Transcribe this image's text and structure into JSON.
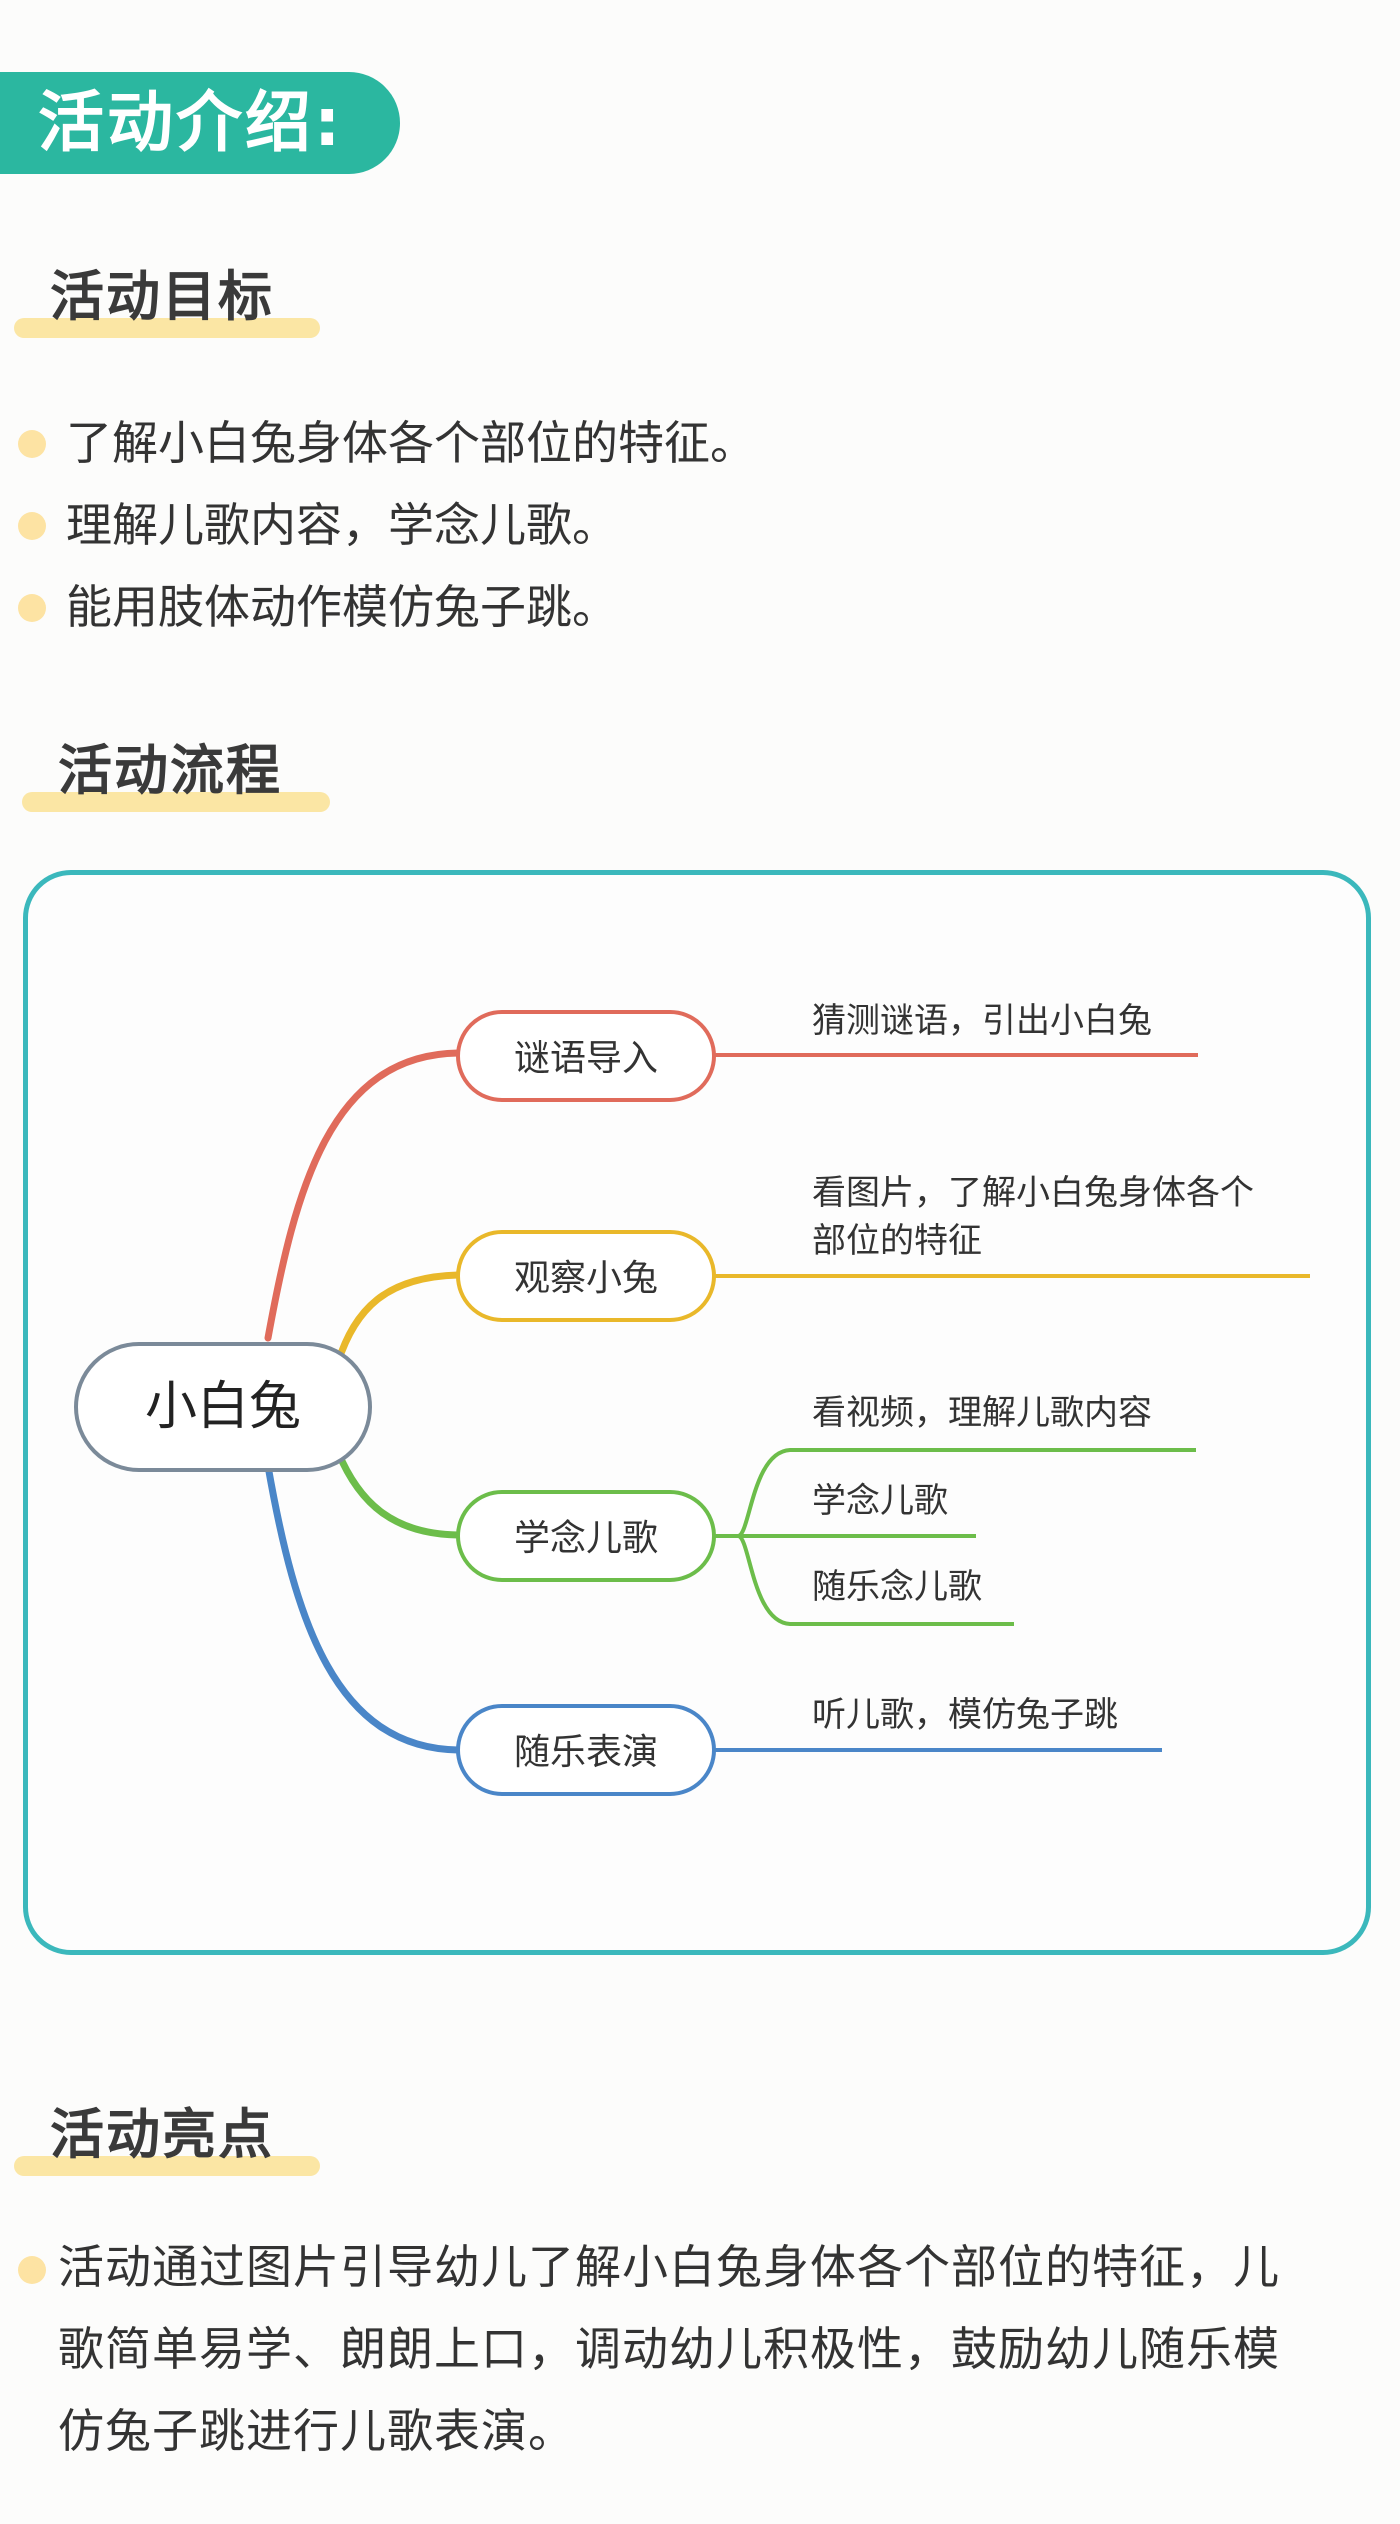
{
  "header": {
    "title": "活动介绍:"
  },
  "goals": {
    "title": "活动目标",
    "items": [
      "了解小白兔身体各个部位的特征。",
      "理解儿歌内容，学念儿歌。",
      "能用肢体动作模仿兔子跳。"
    ]
  },
  "flow": {
    "title": "活动流程"
  },
  "mindmap": {
    "root": "小白兔",
    "branches": [
      {
        "label": "谜语导入",
        "color": "#e06b5b",
        "leaves": [
          "猜测谜语，引出小白兔"
        ]
      },
      {
        "label": "观察小兔",
        "color": "#e9b82a",
        "leaves": [
          "看图片，了解小白兔身体各个",
          "部位的特征"
        ]
      },
      {
        "label": "学念儿歌",
        "color": "#6cbd4a",
        "leaves": [
          "看视频，理解儿歌内容",
          "学念儿歌",
          "随乐念儿歌"
        ]
      },
      {
        "label": "随乐表演",
        "color": "#4a86c8",
        "leaves": [
          "听儿歌，模仿兔子跳"
        ]
      }
    ]
  },
  "highlights": {
    "title": "活动亮点",
    "lines": [
      "活动通过图片引导幼儿了解小白兔身体各个部位的特征，儿",
      "歌简单易学、朗朗上口，调动幼儿积极性，鼓励幼儿随乐模",
      "仿兔子跳进行儿歌表演。"
    ]
  }
}
